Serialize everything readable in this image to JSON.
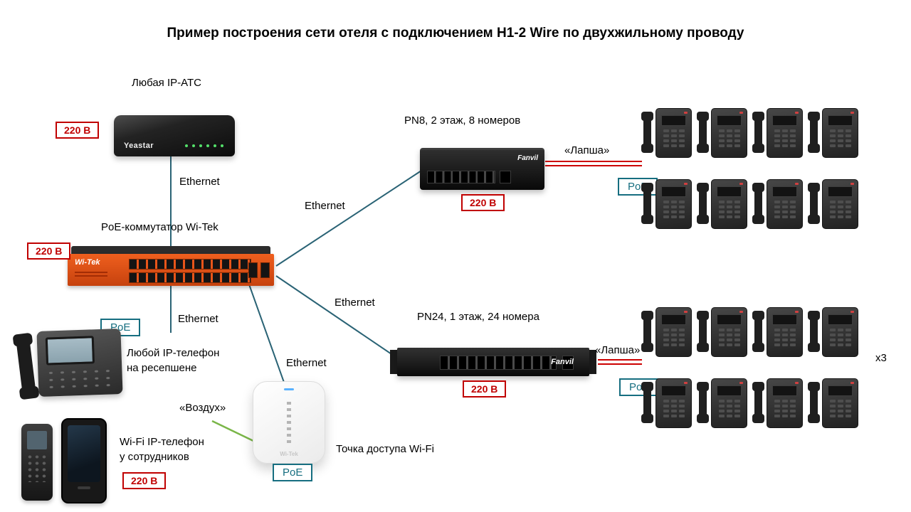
{
  "title": "Пример построения сети отеля с подключением H1-2 Wire по двухжильному проводу",
  "nodes": {
    "pbx": {
      "label": "Любая IP-АТС",
      "brand": "Yeastar"
    },
    "core_switch": {
      "label": "PoE-коммутатор Wi-Tek",
      "brand": "Wi-Tek"
    },
    "pn8": {
      "label": "PN8, 2 этаж, 8 номеров",
      "brand": "Fanvil"
    },
    "pn24": {
      "label": "PN24, 1 этаж, 24 номера",
      "brand": "Fanvil"
    },
    "reception_phone": {
      "label_line1": "Любой IP-телефон",
      "label_line2": "на ресепшене"
    },
    "wifi_phone": {
      "label_line1": "Wi-Fi IP-телефон",
      "label_line2": "у сотрудников"
    },
    "ap": {
      "label": "Точка доступа Wi-Fi",
      "brand": "Wi-Tek"
    }
  },
  "links": {
    "ethernet": "Ethernet",
    "lapsha": "«Лапша»",
    "air": "«Воздух»"
  },
  "badges": {
    "power": "220 В",
    "poe": "PoE"
  },
  "phone_groups": {
    "pn8_count": 8,
    "pn24_count": 8,
    "multiplier": "x3"
  },
  "colors": {
    "wire": "#2a6375",
    "power": "#c00000",
    "poe": "#166e80",
    "lapsha": "#cc0000",
    "air": "#7ab648",
    "switch_orange": "#e8541a"
  }
}
